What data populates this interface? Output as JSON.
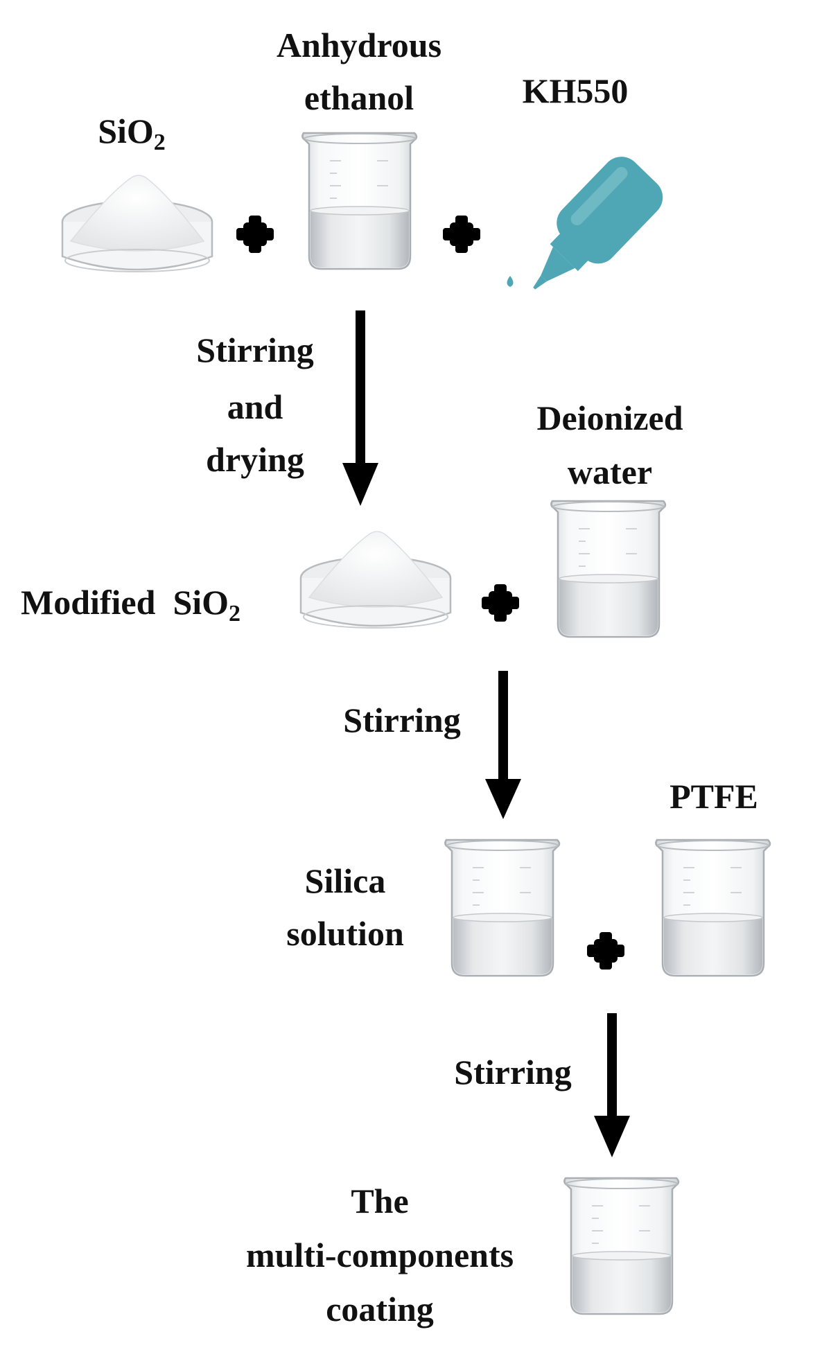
{
  "labels": {
    "sio2_base": "SiO",
    "sio2_sub": "2",
    "anhydrous_line1": "Anhydrous",
    "anhydrous_line2": "ethanol",
    "kh550": "KH550",
    "step1_line1": "Stirring",
    "step1_line2": "and",
    "step1_line3": "drying",
    "deionized_line1": "Deionized",
    "deionized_line2": "water",
    "modified_prefix": "Modified",
    "modified_base": "SiO",
    "modified_sub": "2",
    "step2": "Stirring",
    "ptfe": "PTFE",
    "silica_line1": "Silica",
    "silica_line2": "solution",
    "step3": "Stirring",
    "final_line1": "The",
    "final_line2": "multi-components",
    "final_line3": "coating"
  },
  "colors": {
    "bottle": "#4fa7b5",
    "arrow": "#000000",
    "plus": "#000000",
    "liquid": "#d9dcdf",
    "glass": "#eef1f3",
    "powder": "#f7f7f7"
  },
  "icons": {
    "dish": "powder-dish-icon",
    "beaker": "beaker-icon",
    "bottle": "dropper-bottle-icon",
    "plus": "plus-icon",
    "arrow": "down-arrow-icon"
  }
}
